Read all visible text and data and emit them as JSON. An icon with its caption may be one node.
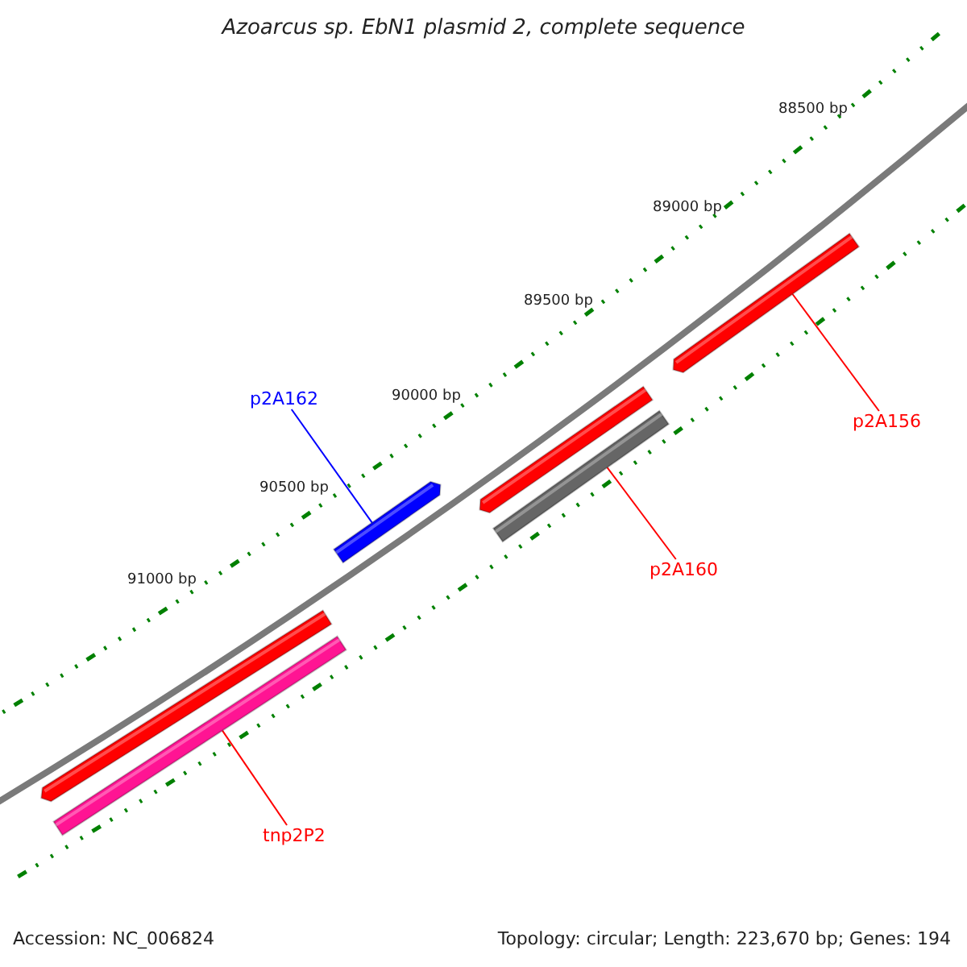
{
  "diagram": {
    "title": "Azoarcus sp. EbN1 plasmid 2, complete sequence",
    "nodes": [
      {
        "text": [
          "p2A162"
        ]
      },
      {
        "text": [],
        "shape": "bar"
      },
      {
        "text": [],
        "shape": "bar"
      },
      {
        "text": [
          "p2A160"
        ]
      },
      {
        "text": [],
        "shape": "bar"
      },
      {
        "text": [],
        "shape": "bar"
      },
      {
        "text": [
          "p2A156"
        ]
      },
      {
        "text": [],
        "shape": "bar"
      },
      {
        "text": [],
        "shape": "bar"
      },
      {
        "text": [
          "tnp2P2"
        ]
      }
    ],
    "edges": [
      {
        "from": 0,
        "to": 1,
        "arrow": "none",
        "color": "#0000ff"
      },
      {
        "from": 3,
        "to": 4,
        "arrow": "none"
      },
      {
        "from": 6,
        "to": 5,
        "arrow": "none"
      },
      {
        "from": 9,
        "to": 8,
        "arrow": "none"
      }
    ],
    "labels": [
      "88500 bp",
      "89000 bp",
      "89500 bp",
      "90000 bp",
      "90500 bp",
      "91000 bp",
      "Accession: NC_006824",
      "Topology: circular; Length: 223,670 bp; Genes: 194"
    ]
  }
}
